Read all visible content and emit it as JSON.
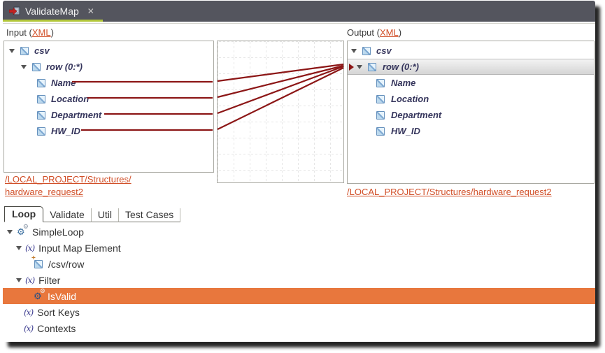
{
  "window": {
    "tab_title": "ValidateMap",
    "close_glyph": "✕"
  },
  "colors": {
    "tabbar_bg": "#54555e",
    "active_tab_underline": "#b3c73a",
    "mapping_line_red": "#8c1616",
    "selection_orange": "#e8773d",
    "link_orange": "#d14f28",
    "tree_text_navy": "#35355c"
  },
  "input_panel": {
    "header_prefix": "Input (",
    "header_link": "XML",
    "header_suffix": ")",
    "tree": [
      {
        "label": "csv"
      },
      {
        "label": "row (0:*)"
      },
      {
        "label": "Name"
      },
      {
        "label": "Location"
      },
      {
        "label": "Department"
      },
      {
        "label": "HW_ID"
      }
    ],
    "path_line1": "/LOCAL_PROJECT/Structures/",
    "path_line2": "hardware_request2"
  },
  "output_panel": {
    "header_prefix": "Output (",
    "header_link": "XML",
    "header_suffix": ")",
    "tree": [
      {
        "label": "csv"
      },
      {
        "label": "row (0:*)",
        "selected": true
      },
      {
        "label": "Name"
      },
      {
        "label": "Location"
      },
      {
        "label": "Department"
      },
      {
        "label": "HW_ID"
      }
    ],
    "path": "/LOCAL_PROJECT/Structures/hardware_request2"
  },
  "mapping": {
    "sources": [
      "Name",
      "Location",
      "Department",
      "HW_ID"
    ],
    "target": "row (0:*)"
  },
  "bottom_tabs": [
    {
      "label": "Loop",
      "active": true
    },
    {
      "label": "Validate"
    },
    {
      "label": "Util"
    },
    {
      "label": "Test Cases"
    }
  ],
  "loop_tree": [
    {
      "label": "SimpleLoop"
    },
    {
      "label": "Input Map Element"
    },
    {
      "label": "/csv/row"
    },
    {
      "label": "Filter"
    },
    {
      "label": "IsValid",
      "selected": true
    },
    {
      "label": "Sort Keys"
    },
    {
      "label": "Contexts"
    }
  ],
  "icons": {
    "gear": "⚙"
  }
}
